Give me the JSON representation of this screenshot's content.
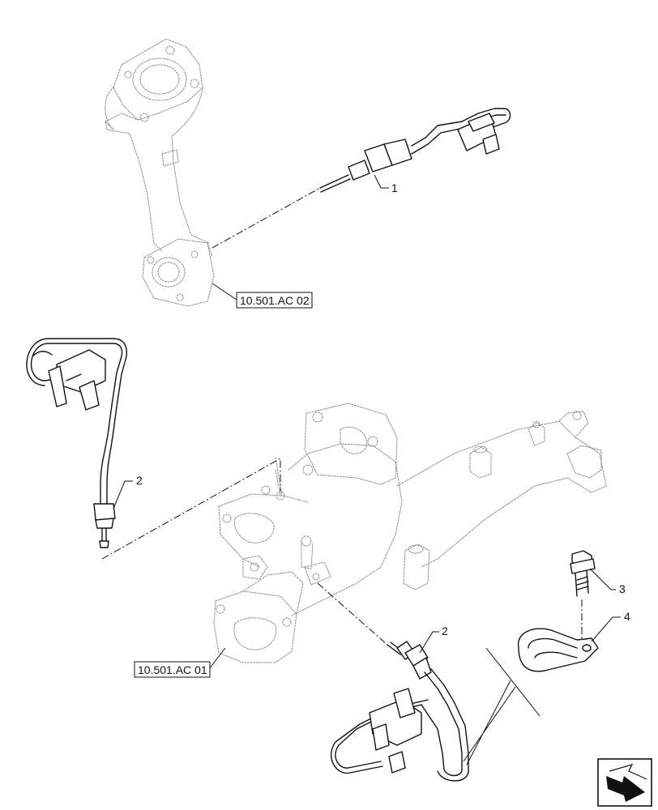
{
  "callouts": {
    "item1": "1",
    "item2a": "2",
    "item2b": "2",
    "item3": "3",
    "item4": "4"
  },
  "references": {
    "upper": "10.501.AC 02",
    "lower": "10.501.AC 01"
  },
  "icons": {
    "nav": "next-page-arrow-icon"
  }
}
